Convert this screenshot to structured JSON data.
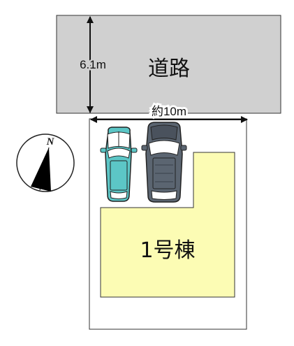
{
  "road": {
    "label": "道路",
    "width_label": "6.1m"
  },
  "frontage": {
    "label": "約10m"
  },
  "building": {
    "label": "1号棟"
  },
  "compass": {
    "label": "N"
  },
  "parking": {
    "cars": [
      {
        "color": "#5cc6c6",
        "name": "car-teal"
      },
      {
        "color": "#5b6571",
        "name": "car-grey"
      }
    ]
  },
  "colors": {
    "road": "#d0d0d0",
    "building": "#fcfcb4",
    "lot_outline": "#333333",
    "car_teal": "#5cc6c6",
    "car_grey": "#5b6571"
  }
}
